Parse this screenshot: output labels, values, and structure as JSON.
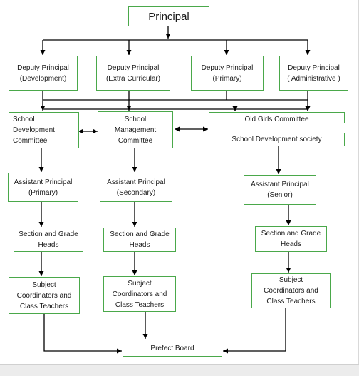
{
  "nodes": {
    "principal": "Principal",
    "dp_development": "Deputy Principal\n(Development)",
    "dp_extra": "Deputy Principal\n(Extra Curricular)",
    "dp_primary": "Deputy Principal\n(Primary)",
    "dp_admin": "Deputy Principal\n( Administrative )",
    "school_dev_committee": "School\nDevelopment\nCommittee",
    "school_mgmt_committee": "School\nManagement\nCommittee",
    "old_girls_committee": "Old Girls Committee",
    "school_dev_society": "School Development society",
    "ap_primary": "Assistant Principal\n(Primary)",
    "ap_secondary": "Assistant Principal\n(Secondary)",
    "ap_senior": "Assistant Principal\n(Senior)",
    "sgh_1": "Section and Grade\nHeads",
    "sgh_2": "Section and Grade\nHeads",
    "sgh_3": "Section and Grade\nHeads",
    "sc_1": "Subject\nCoordinators and\nClass Teachers",
    "sc_2": "Subject\nCoordinators and\nClass Teachers",
    "sc_3": "Subject\nCoordinators and\nClass Teachers",
    "prefect_board": "Prefect Board"
  },
  "colors": {
    "box_border": "#4aa84a",
    "connector": "#000000",
    "background": "#ffffff"
  }
}
